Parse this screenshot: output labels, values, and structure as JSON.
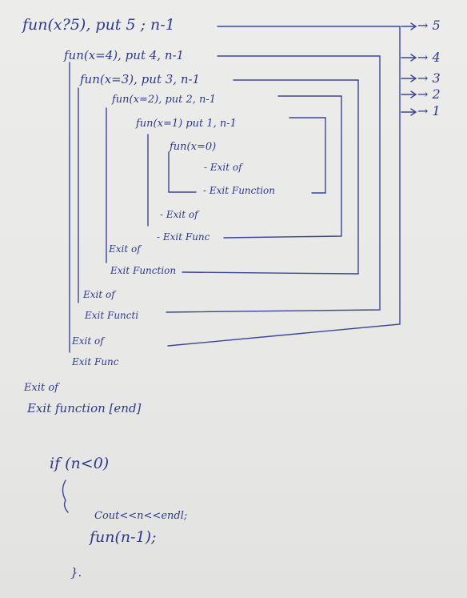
{
  "recursion_calls": [
    {
      "call": "fun(x?5), put 5 ; n-1",
      "arrow_label": "→ 5"
    },
    {
      "call": "fun(x=4), put 4, n-1",
      "arrow_label": "→ 4"
    },
    {
      "call": "fun(x=3), put 3, n-1",
      "arrow_label": "→ 3"
    },
    {
      "call": "fun(x=2), put 2, n-1",
      "arrow_label": "→ 2"
    },
    {
      "call": "fun(x=1) put 1, n-1",
      "arrow_label": "→ 1"
    }
  ],
  "base_call": "fun(x=0)",
  "exits": [
    {
      "exit_if": "- Exit of",
      "exit_function": "- Exit Function"
    },
    {
      "exit_if": "- Exit of",
      "exit_function": "- Exit Func"
    },
    {
      "exit_if": "Exit of",
      "exit_function": "Exit Function"
    },
    {
      "exit_if": "Exit of",
      "exit_function": "Exit Functi"
    },
    {
      "exit_if": "Exit of",
      "exit_function": "Exit Func"
    },
    {
      "exit_if": "Exit of",
      "exit_function": "Exit function [end]"
    }
  ],
  "code": {
    "if_line": "if (n<0)",
    "open_brace": "{",
    "cout_line": "Cout<<n<<endl;",
    "call_line": "fun(n-1);",
    "close_brace": "}."
  },
  "ink_color": "#2f3a8c"
}
